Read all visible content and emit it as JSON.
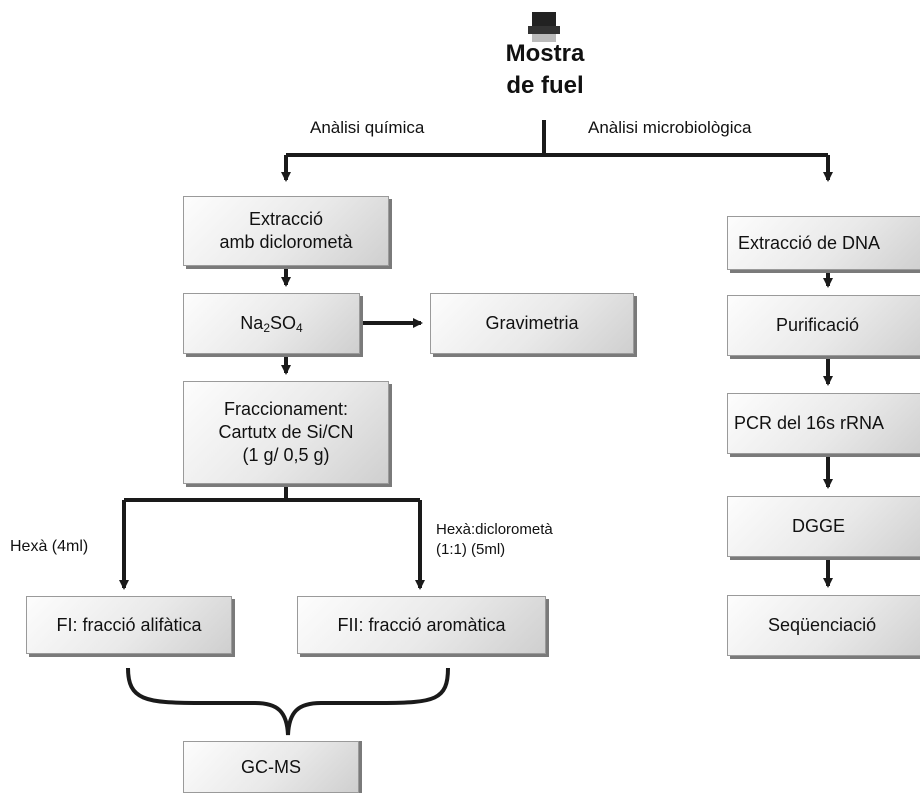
{
  "source": {
    "title_line1": "Mostra",
    "title_line2": "de fuel",
    "bottle_icon": "bottle-icon"
  },
  "branches": {
    "chemical": "Anàlisi química",
    "microbiological": "Anàlisi microbiològica"
  },
  "chemical": {
    "extraction_line1": "Extracció",
    "extraction_line2": "amb diclorometà",
    "drying_prefix": "Na",
    "drying_sub1": "2",
    "drying_mid": "SO",
    "drying_sub2": "4",
    "gravimetry": "Gravimetria",
    "fraction_line1": "Fraccionament:",
    "fraction_line2": "Cartutx de Si/CN",
    "fraction_line3": "(1 g/ 0,5 g)",
    "eluent_left": "Hexà (4ml)",
    "eluent_right_line1": "Hexà:diclorometà",
    "eluent_right_line2": "(1:1) (5ml)",
    "fraction_aliphatic": "FI: fracció alifàtica",
    "fraction_aromatic": "FII: fracció aromàtica",
    "analysis": "GC-MS"
  },
  "microbiological": {
    "dna_extraction": "Extracció de DNA",
    "purification": "Purificació",
    "pcr": "PCR del 16s rRNA",
    "dgge": "DGGE",
    "sequencing": "Seqüenciació"
  },
  "colors": {
    "line": "#1a1a1a",
    "box_border": "#9a9a9a",
    "box_shadow": "#7a7a7a"
  }
}
